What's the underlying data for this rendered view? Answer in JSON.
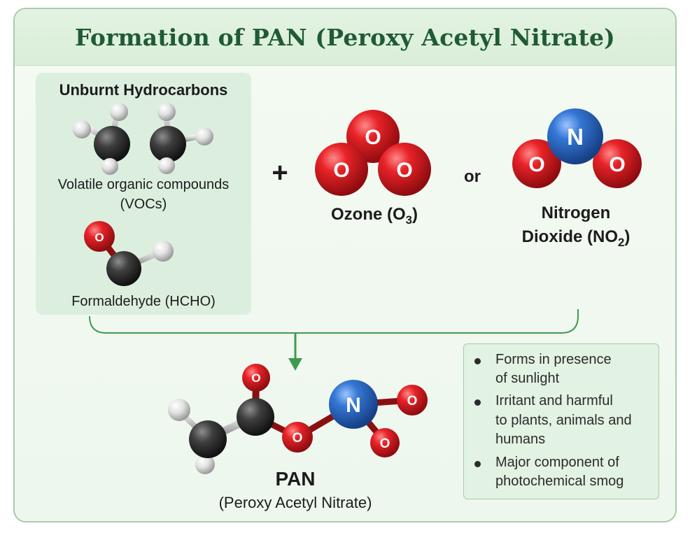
{
  "title": "Formation of PAN (Peroxy Acetyl Nitrate)",
  "hydrocarbons": {
    "heading": "Unburnt Hydrocarbons",
    "voc_line1": "Volatile organic compounds",
    "voc_line2": "(VOCs)",
    "formaldehyde": "Formaldehyde (HCHO)"
  },
  "operators": {
    "plus": "+",
    "or": "or"
  },
  "ozone": {
    "label": "Ozone  (O",
    "sub": "3",
    "close": ")"
  },
  "no2": {
    "line1": "Nitrogen",
    "line2": "Dioxide (NO",
    "sub": "2",
    "close": ")"
  },
  "atoms": {
    "oxygen": "O",
    "nitrogen": "N"
  },
  "product": {
    "name": "PAN",
    "full": "(Peroxy Acetyl Nitrate)"
  },
  "notes": [
    [
      "Forms in presence",
      "of sunlight"
    ],
    [
      "Irritant and harmful",
      "to plants, animals and",
      "humans"
    ],
    [
      "Major component of",
      "photochemical smog"
    ]
  ],
  "colors": {
    "oxygen": "#e01e24",
    "nitrogen": "#2f6fc9",
    "carbon": "#3a3a3a",
    "hydrogen": "#e8e8e8",
    "arrow": "#3f9a4f",
    "title": "#1f5b33"
  }
}
